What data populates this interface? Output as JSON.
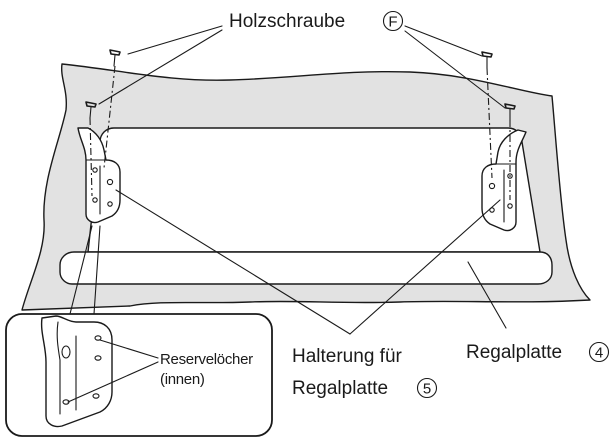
{
  "labels": {
    "wood_screw": "Holzschraube",
    "wood_screw_ref": "F",
    "reserve_holes_line1": "Reservelöcher",
    "reserve_holes_line2": "(innen)",
    "bracket_line1": "Halterung für",
    "bracket_line2": "Regalplatte",
    "bracket_ref": "5",
    "shelf_board": "Regalplatte",
    "shelf_board_ref": "4"
  }
}
